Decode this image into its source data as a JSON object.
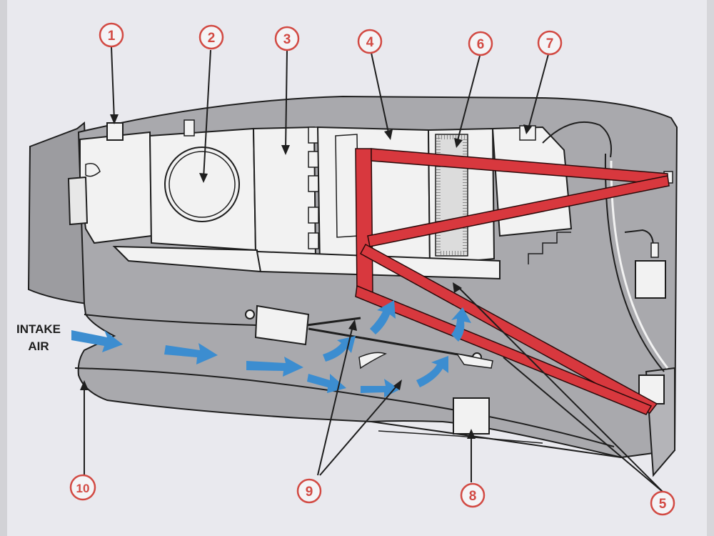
{
  "intake_label": {
    "line1": "INTAKE",
    "line2": "AIR"
  },
  "callouts": [
    "1",
    "2",
    "3",
    "4",
    "5",
    "6",
    "7",
    "8",
    "9",
    "10"
  ],
  "colors": {
    "background": "#e9e9ee",
    "cowling": "#a9a9ad",
    "engine_body": "#f2f2f2",
    "mount_frame": "#d8383e",
    "callout_red": "#d24a43",
    "airflow_arrow": "#3c8dd0",
    "outline": "#1e1e1e"
  },
  "icons": {
    "airflow": "blue-arrow-icon",
    "callout": "numbered-circle-icon"
  }
}
